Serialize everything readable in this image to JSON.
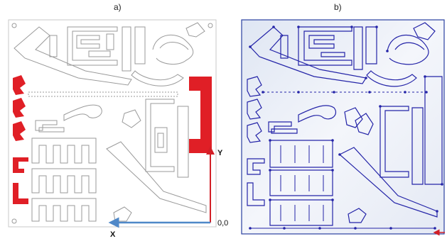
{
  "figure": {
    "panel_a_label": "a)",
    "panel_b_label": "b)"
  },
  "axes": {
    "y_label": "Y",
    "x_label": "X",
    "origin_label": "0,0"
  },
  "colors": {
    "part_outline": "#9a9a9a",
    "red_parts": "#e01f26",
    "blue_path": "#2424a8",
    "blue_axis": "#4f88c8",
    "red_axis": "#d21f26",
    "panel_b_bg": "#e9edf6",
    "panel_b_border": "#2a3fa0"
  }
}
